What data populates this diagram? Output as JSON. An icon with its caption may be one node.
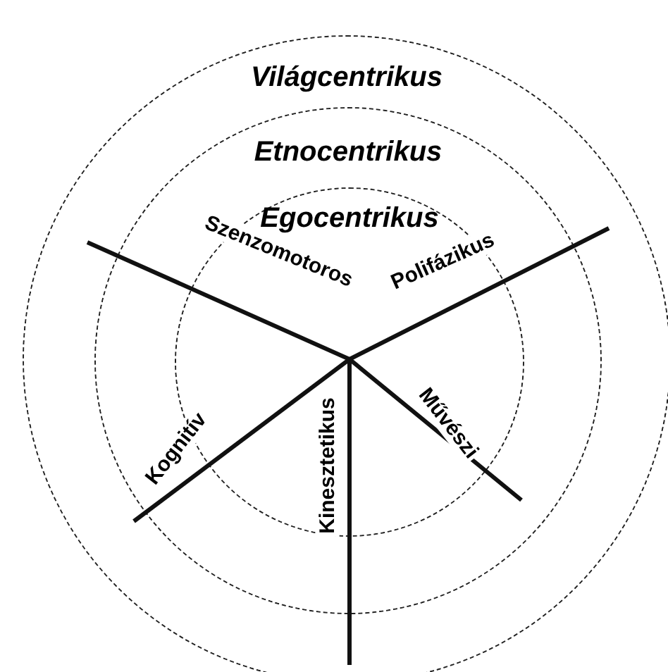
{
  "diagram": {
    "nodes": [
      {
        "text": [
          "Világcentrikus"
        ]
      },
      {
        "text": [
          "Etnocentrikus"
        ],
        "in": 0
      },
      {
        "text": [
          "Egocentrikus"
        ],
        "in": 1
      }
    ],
    "labels": [
      "Szenzomotoros",
      "Polifázikus",
      "Művészi",
      "Kognitív",
      "Kinesztetikus"
    ]
  }
}
